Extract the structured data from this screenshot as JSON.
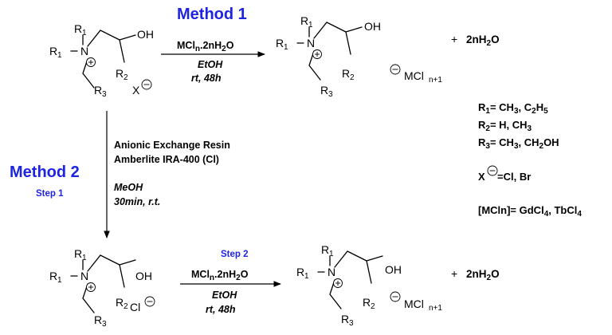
{
  "method1": {
    "title": "Method 1",
    "reagent": "MCl",
    "reagent_n": "n",
    "reagent_rest": ".2nH",
    "reagent_2": "2",
    "reagent_o": "O",
    "solvent": "EtOH",
    "conditions": "rt, 48h"
  },
  "method2": {
    "title": "Method 2",
    "step1": "Step 1",
    "resin_line1": "Anionic Exchange Resin",
    "resin_line2": "Amberlite IRA-400 (Cl)",
    "solvent": "MeOH",
    "conditions": "30min, r.t.",
    "step2": "Step 2",
    "reagent": "MCl",
    "reagent_n": "n",
    "reagent_rest": ".2nH",
    "reagent_2": "2",
    "reagent_o": "O",
    "solvent2": "EtOH",
    "conditions2": "rt, 48h"
  },
  "structure": {
    "R": "R",
    "one": "1",
    "two": "2",
    "three": "3",
    "N": "N",
    "OH": "OH",
    "X": "X",
    "Cl": "Cl",
    "counter": "MCl",
    "counter_sub": "n+1"
  },
  "byproduct": {
    "plus": "+",
    "coef": "2nH",
    "sub": "2",
    "o": "O"
  },
  "legend": {
    "r1": "= CH",
    "r1_3": "3",
    "r1_b": ", C",
    "r1_2": "2",
    "r1_h": "H",
    "r1_5": "5",
    "r2": "= H, CH",
    "r2_3": "3",
    "r3": "= CH",
    "r3_3": "3",
    "r3_b": ", CH",
    "r3_2": "2",
    "r3_oh": "OH",
    "x": "=Cl, Br",
    "mcln": "[MCln]= GdCl",
    "mcln_4a": "4",
    "mcln_b": ", TbCl",
    "mcln_4b": "4"
  }
}
